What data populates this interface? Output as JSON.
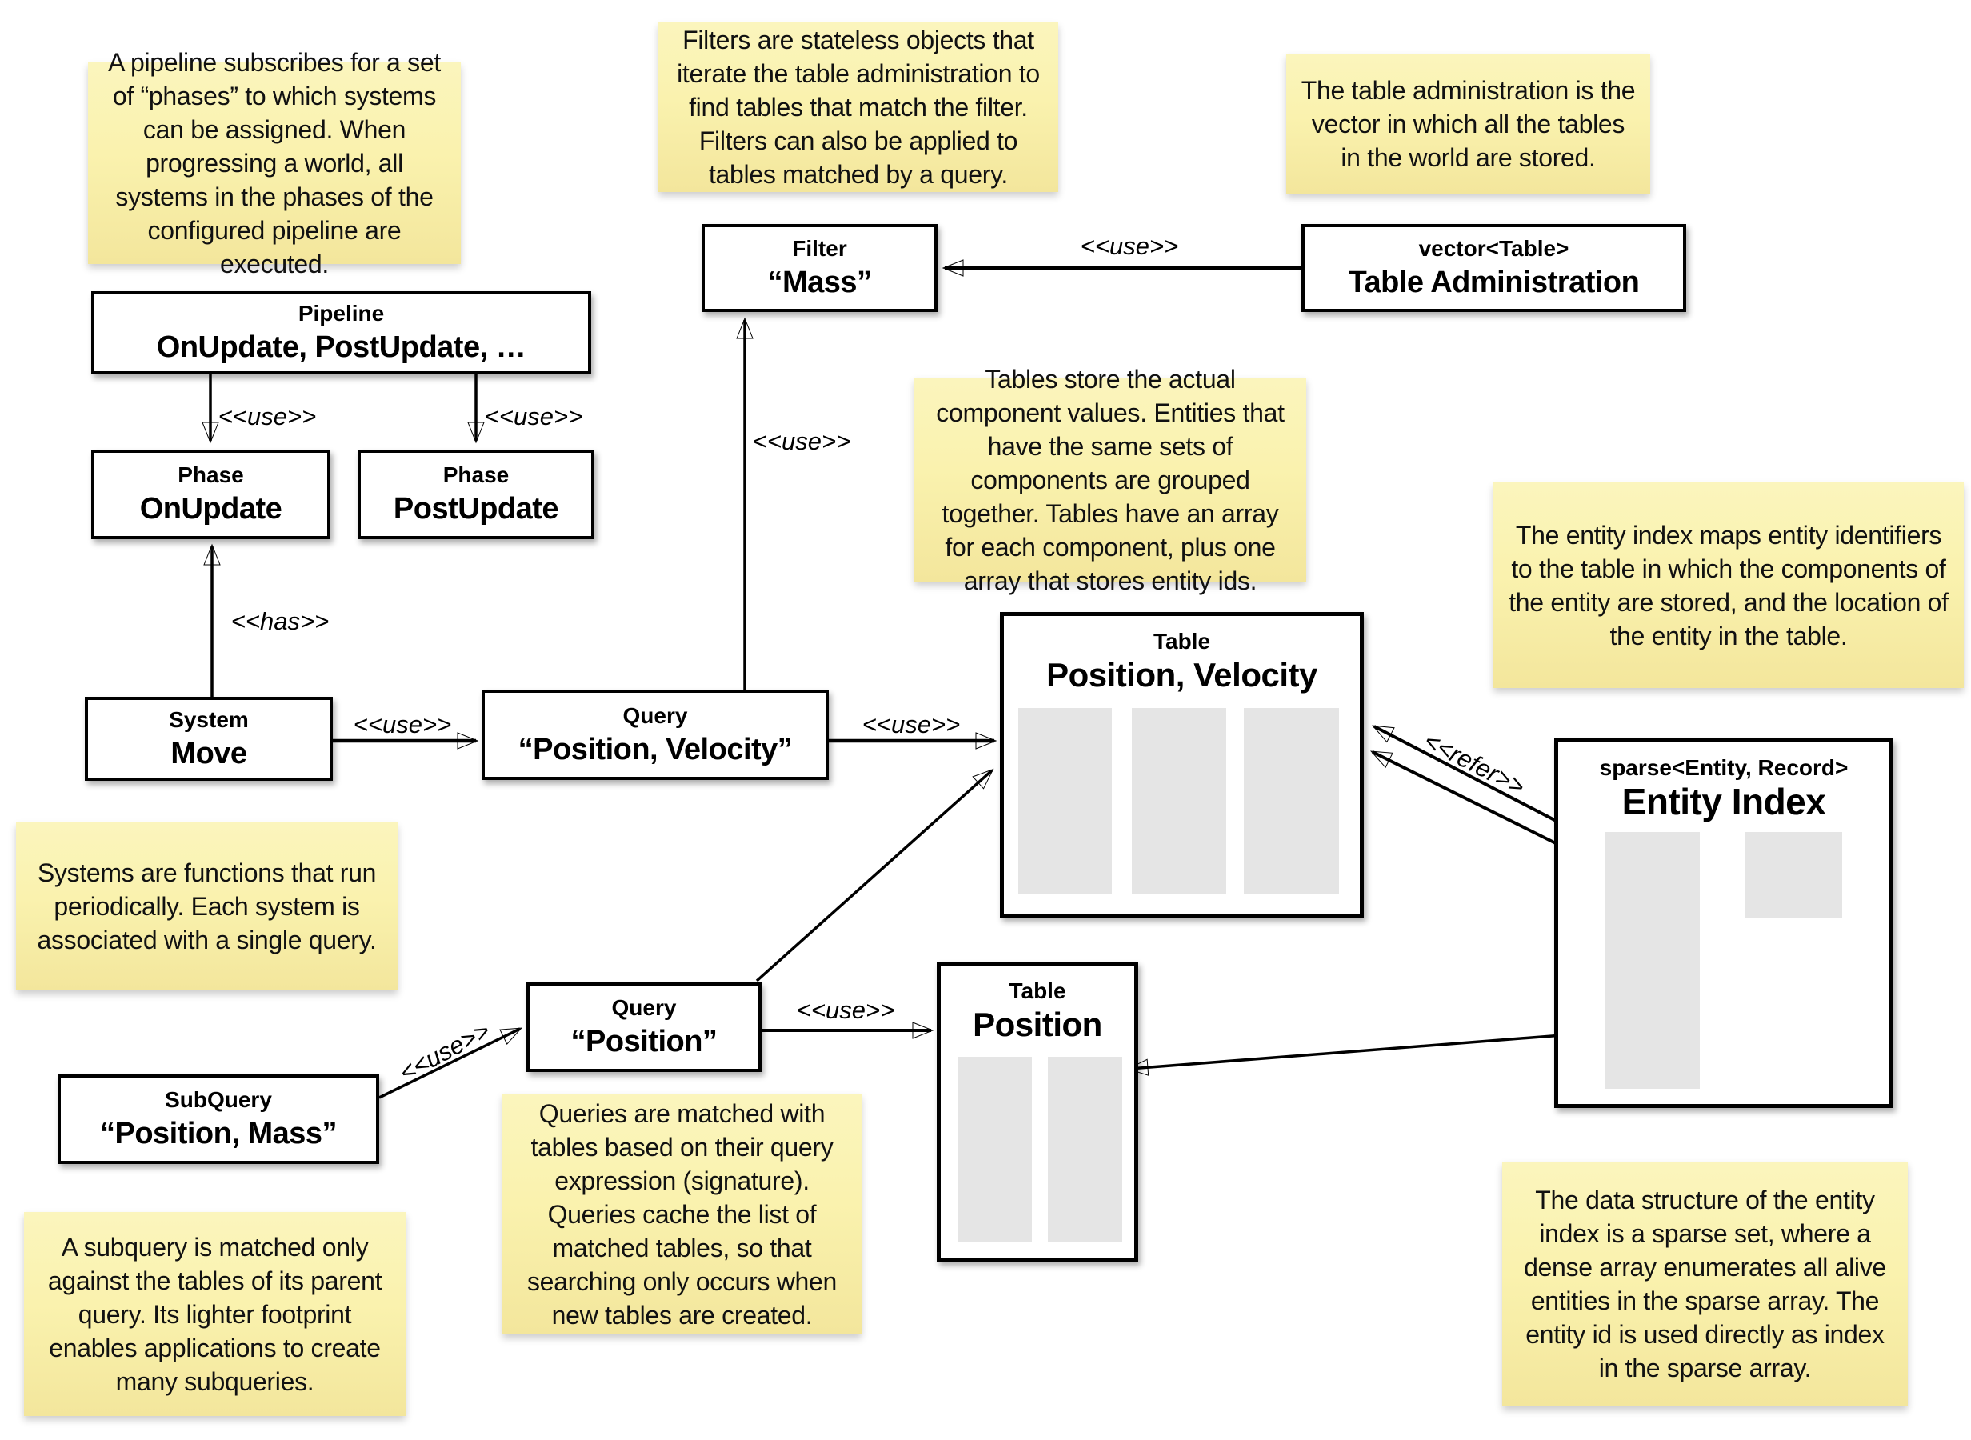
{
  "diagram_title": "ECS world architecture diagram",
  "notes": {
    "pipeline": "A pipeline subscribes for a set of “phases” to which systems can be assigned. When progressing a world, all systems in the phases of the configured pipeline are executed.",
    "filters": "Filters are stateless objects that iterate the table administration to find tables that match the filter. Filters can also be applied to tables matched by a query.",
    "table_admin": "The table administration is the vector in which all the tables in the world are stored.",
    "tables": "Tables store the actual component values. Entities that have the same sets of components are grouped together. Tables have an array for each component, plus one array that stores entity ids.",
    "entity_index": "The entity index maps entity identifiers to the table in which the components of the entity are stored, and the location of the entity in the table.",
    "systems": "Systems are functions that run periodically. Each system is associated with a single query.",
    "queries": "Queries are matched with tables based on their query expression (signature). Queries cache the list of matched tables, so that searching only occurs when new tables are created.",
    "subquery": "A subquery is matched only against the tables of its parent query. Its lighter footprint enables applications to create many subqueries.",
    "sparse_set": "The data structure of the entity index is a sparse set, where a dense array enumerates all alive entities in the sparse array. The entity id is used directly as index in the sparse array."
  },
  "nodes": {
    "pipeline": {
      "title": "Pipeline",
      "subtitle": "OnUpdate, PostUpdate, …"
    },
    "phase_onupdate": {
      "title": "Phase",
      "subtitle": "OnUpdate"
    },
    "phase_postupdate": {
      "title": "Phase",
      "subtitle": "PostUpdate"
    },
    "system_move": {
      "title": "System",
      "subtitle": "Move"
    },
    "query_pv": {
      "title": "Query",
      "subtitle": "“Position, Velocity”"
    },
    "filter_mass": {
      "title": "Filter",
      "subtitle": "“Mass”"
    },
    "table_admin": {
      "title": "vector<Table>",
      "subtitle": "Table Administration"
    },
    "table_pv": {
      "title": "Table",
      "subtitle": "Position, Velocity"
    },
    "table_pos": {
      "title": "Table",
      "subtitle": "Position"
    },
    "entity_index": {
      "title": "sparse<Entity, Record>",
      "subtitle": "Entity Index"
    },
    "query_pos": {
      "title": "Query",
      "subtitle": "“Position”"
    },
    "subquery": {
      "title": "SubQuery",
      "subtitle": "“Position, Mass”"
    }
  },
  "edge_labels": {
    "use": "<<use>>",
    "has": "<<has>>",
    "refer": "<<refer>>"
  },
  "colors": {
    "note_bg_top": "#fbf5bd",
    "note_bg_bottom": "#f3e69c",
    "bar_gray": "#e5e5e5",
    "line": "#000000",
    "box_bg": "#ffffff"
  }
}
